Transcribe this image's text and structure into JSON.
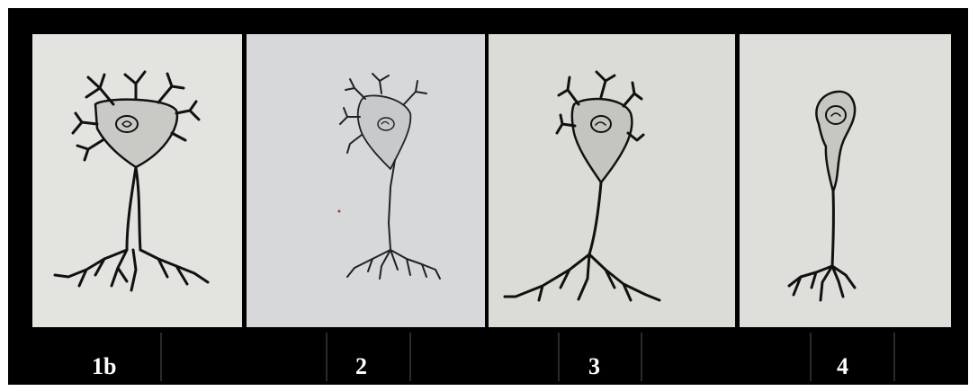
{
  "panels": [
    {
      "label": "1b"
    },
    {
      "label": "2"
    },
    {
      "label": "3"
    },
    {
      "label": "4"
    }
  ],
  "colors": {
    "background": "#000000",
    "label_text": "#ffffff",
    "ink": "#111111"
  }
}
